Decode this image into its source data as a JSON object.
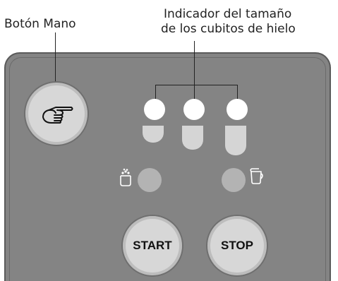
{
  "labels": {
    "hand_button": "Botón Mano",
    "size_indicator_line1": "Indicador del tamaño",
    "size_indicator_line2": "de los cubitos de hielo"
  },
  "buttons": {
    "start": "START",
    "stop": "STOP"
  },
  "icons": {
    "hand": "pointing-hand-icon",
    "left_lamp": "ice-basket-icon",
    "right_lamp": "water-jug-icon"
  },
  "colors": {
    "panel": "#848484",
    "button_face": "#d7d7d7",
    "indicator_dot": "#ffffff",
    "cup": "#d5d5d5",
    "lamp": "#b3b3b3"
  }
}
